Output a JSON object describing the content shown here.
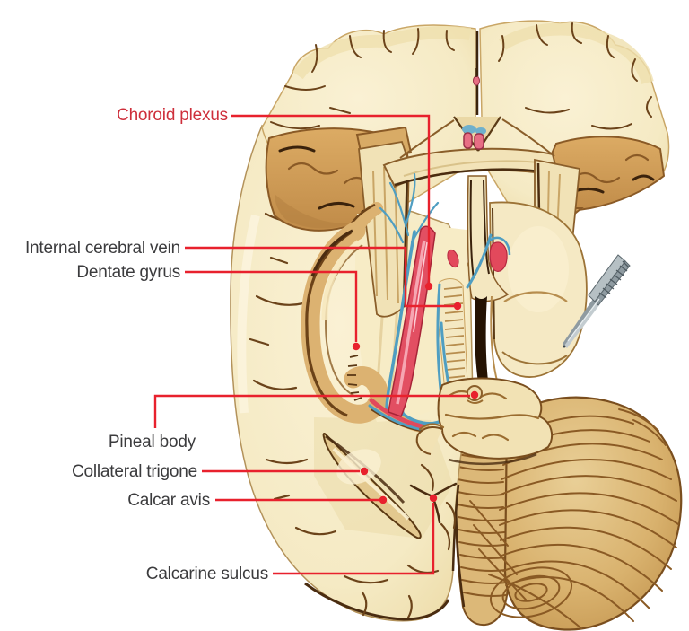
{
  "figure": {
    "background_color": "#ffffff"
  },
  "annotation": {
    "line_color": "#e8212d",
    "dot_color": "#e8212d",
    "label_red": "#ce2f3b",
    "label_dark": "#3b3b3d"
  },
  "illustration_palette": {
    "cream": "#f5eac4",
    "cortex_tan": "#d2a05e",
    "outline_brown": "#6b431a",
    "cerebellum_gold": "#d9b26e",
    "choroid_plexus_red": "#e24f62",
    "vein_blue": "#4f9ec2",
    "forceps_gray": "#b6c0c4"
  },
  "labels": [
    {
      "id": "choroid-plexus",
      "text": "Choroid plexus",
      "color": "#ce2f3b"
    },
    {
      "id": "internal-cerebral-vein",
      "text": "Internal cerebral vein",
      "color": "#3b3b3d"
    },
    {
      "id": "dentate-gyrus",
      "text": "Dentate gyrus",
      "color": "#3b3b3d"
    },
    {
      "id": "pineal-body",
      "text": "Pineal body",
      "color": "#3b3b3d"
    },
    {
      "id": "collateral-trigone",
      "text": "Collateral trigone",
      "color": "#3b3b3d"
    },
    {
      "id": "calcar-avis",
      "text": "Calcar avis",
      "color": "#3b3b3d"
    },
    {
      "id": "calcarine-sulcus",
      "text": "Calcarine sulcus",
      "color": "#3b3b3d"
    }
  ]
}
